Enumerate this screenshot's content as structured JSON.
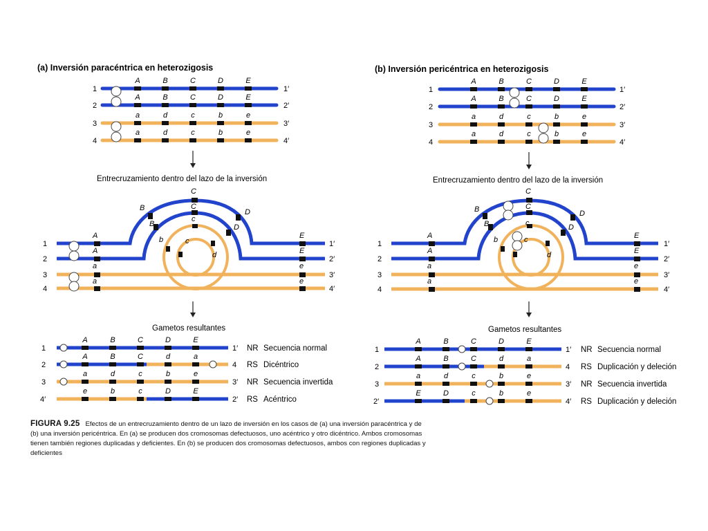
{
  "panel_a": {
    "title": "(a) Inversión paracéntrica en heterozigosis",
    "crossover_heading": "Entrecruzamiento dentro del lazo de la inversión",
    "gametes_heading": "Gametos resultantes",
    "top_chromosomes": [
      {
        "left": "1",
        "right": "1′",
        "genes": [
          "A",
          "B",
          "C",
          "D",
          "E"
        ],
        "color": "blue"
      },
      {
        "left": "2",
        "right": "2′",
        "genes": [
          "A",
          "B",
          "C",
          "D",
          "E"
        ],
        "color": "blue"
      },
      {
        "left": "3",
        "right": "3′",
        "genes": [
          "a",
          "d",
          "c",
          "b",
          "e"
        ],
        "color": "orange"
      },
      {
        "left": "4",
        "right": "4′",
        "genes": [
          "a",
          "d",
          "c",
          "b",
          "e"
        ],
        "color": "orange"
      }
    ],
    "loop": {
      "left_numbers": [
        "1",
        "2",
        "3",
        "4"
      ],
      "right_numbers": [
        "1′",
        "2′",
        "3′",
        "4′"
      ],
      "left_genes": [
        "A",
        "A",
        "a",
        "a"
      ],
      "right_genes": [
        "E",
        "E",
        "e",
        "e"
      ],
      "arc_genes": [
        "B",
        "C",
        "D",
        "B",
        "C",
        "D"
      ],
      "inner_genes": [
        "c",
        "b",
        "c",
        "d"
      ]
    },
    "gametes": [
      {
        "left": "1",
        "genes": [
          "A",
          "B",
          "C",
          "D",
          "E"
        ],
        "right": "1′",
        "code": "NR",
        "desc": "Secuencia normal"
      },
      {
        "left": "2",
        "genes": [
          "A",
          "B",
          "C",
          "d",
          "a"
        ],
        "right": "4",
        "code": "RS",
        "desc": "Dicéntrico"
      },
      {
        "left": "3",
        "genes": [
          "a",
          "d",
          "c",
          "b",
          "e"
        ],
        "right": "3′",
        "code": "NR",
        "desc": "Secuencia invertida"
      },
      {
        "left": "4′",
        "genes": [
          "e",
          "b",
          "c",
          "D",
          "E"
        ],
        "right": "2′",
        "code": "RS",
        "desc": "Acéntrico"
      }
    ]
  },
  "panel_b": {
    "title": "(b) Inversión pericéntrica en heterozigosis",
    "crossover_heading": "Entrecruzamiento dentro del lazo de la inversión",
    "gametes_heading": "Gametos resultantes",
    "top_chromosomes": [
      {
        "left": "1",
        "right": "1′",
        "genes": [
          "A",
          "B",
          "C",
          "D",
          "E"
        ],
        "color": "blue"
      },
      {
        "left": "2",
        "right": "2′",
        "genes": [
          "A",
          "B",
          "C",
          "D",
          "E"
        ],
        "color": "blue"
      },
      {
        "left": "3",
        "right": "3′",
        "genes": [
          "a",
          "d",
          "c",
          "b",
          "e"
        ],
        "color": "orange"
      },
      {
        "left": "4",
        "right": "4′",
        "genes": [
          "a",
          "d",
          "c",
          "b",
          "e"
        ],
        "color": "orange"
      }
    ],
    "loop": {
      "left_numbers": [
        "1",
        "2",
        "3",
        "4"
      ],
      "right_numbers": [
        "1′",
        "2′",
        "3′",
        "4′"
      ],
      "left_genes": [
        "A",
        "A",
        "a",
        "a"
      ],
      "right_genes": [
        "E",
        "E",
        "e",
        "e"
      ],
      "arc_genes": [
        "B",
        "C",
        "D",
        "B",
        "C",
        "D"
      ],
      "inner_genes": [
        "c",
        "b",
        "c",
        "d"
      ]
    },
    "gametes": [
      {
        "left": "1",
        "genes": [
          "A",
          "B",
          "C",
          "D",
          "E"
        ],
        "right": "1′",
        "code": "NR",
        "desc": "Secuencia normal"
      },
      {
        "left": "2",
        "genes": [
          "A",
          "B",
          "C",
          "d",
          "a"
        ],
        "right": "4",
        "code": "RS",
        "desc": "Duplicación y deleción"
      },
      {
        "left": "3",
        "genes": [
          "a",
          "d",
          "c",
          "b",
          "e"
        ],
        "right": "3′",
        "code": "NR",
        "desc": "Secuencia invertida"
      },
      {
        "left": "2′",
        "genes": [
          "E",
          "D",
          "c",
          "b",
          "e"
        ],
        "right": "4′",
        "code": "RS",
        "desc": "Duplicación y deleción"
      }
    ]
  },
  "caption": {
    "label": "FIGURA 9.25",
    "text": "Efectos de un entrecruzamiento dentro de un lazo de inversión en los casos de (a) una inversión paracéntrica y de (b) una inversión pericéntrica. En (a) se producen dos cromosomas defectuosos, uno acéntrico y otro dicéntrico. Ambos cromosomas tienen también regiones duplicadas y deficientes. En (b) se producen dos cromosomas defectuosos, ambos con regiones duplicadas y deficientes"
  },
  "colors": {
    "blue": "#2244cc",
    "orange": "#f0b25a",
    "band": "#111111",
    "background": "#ffffff"
  }
}
